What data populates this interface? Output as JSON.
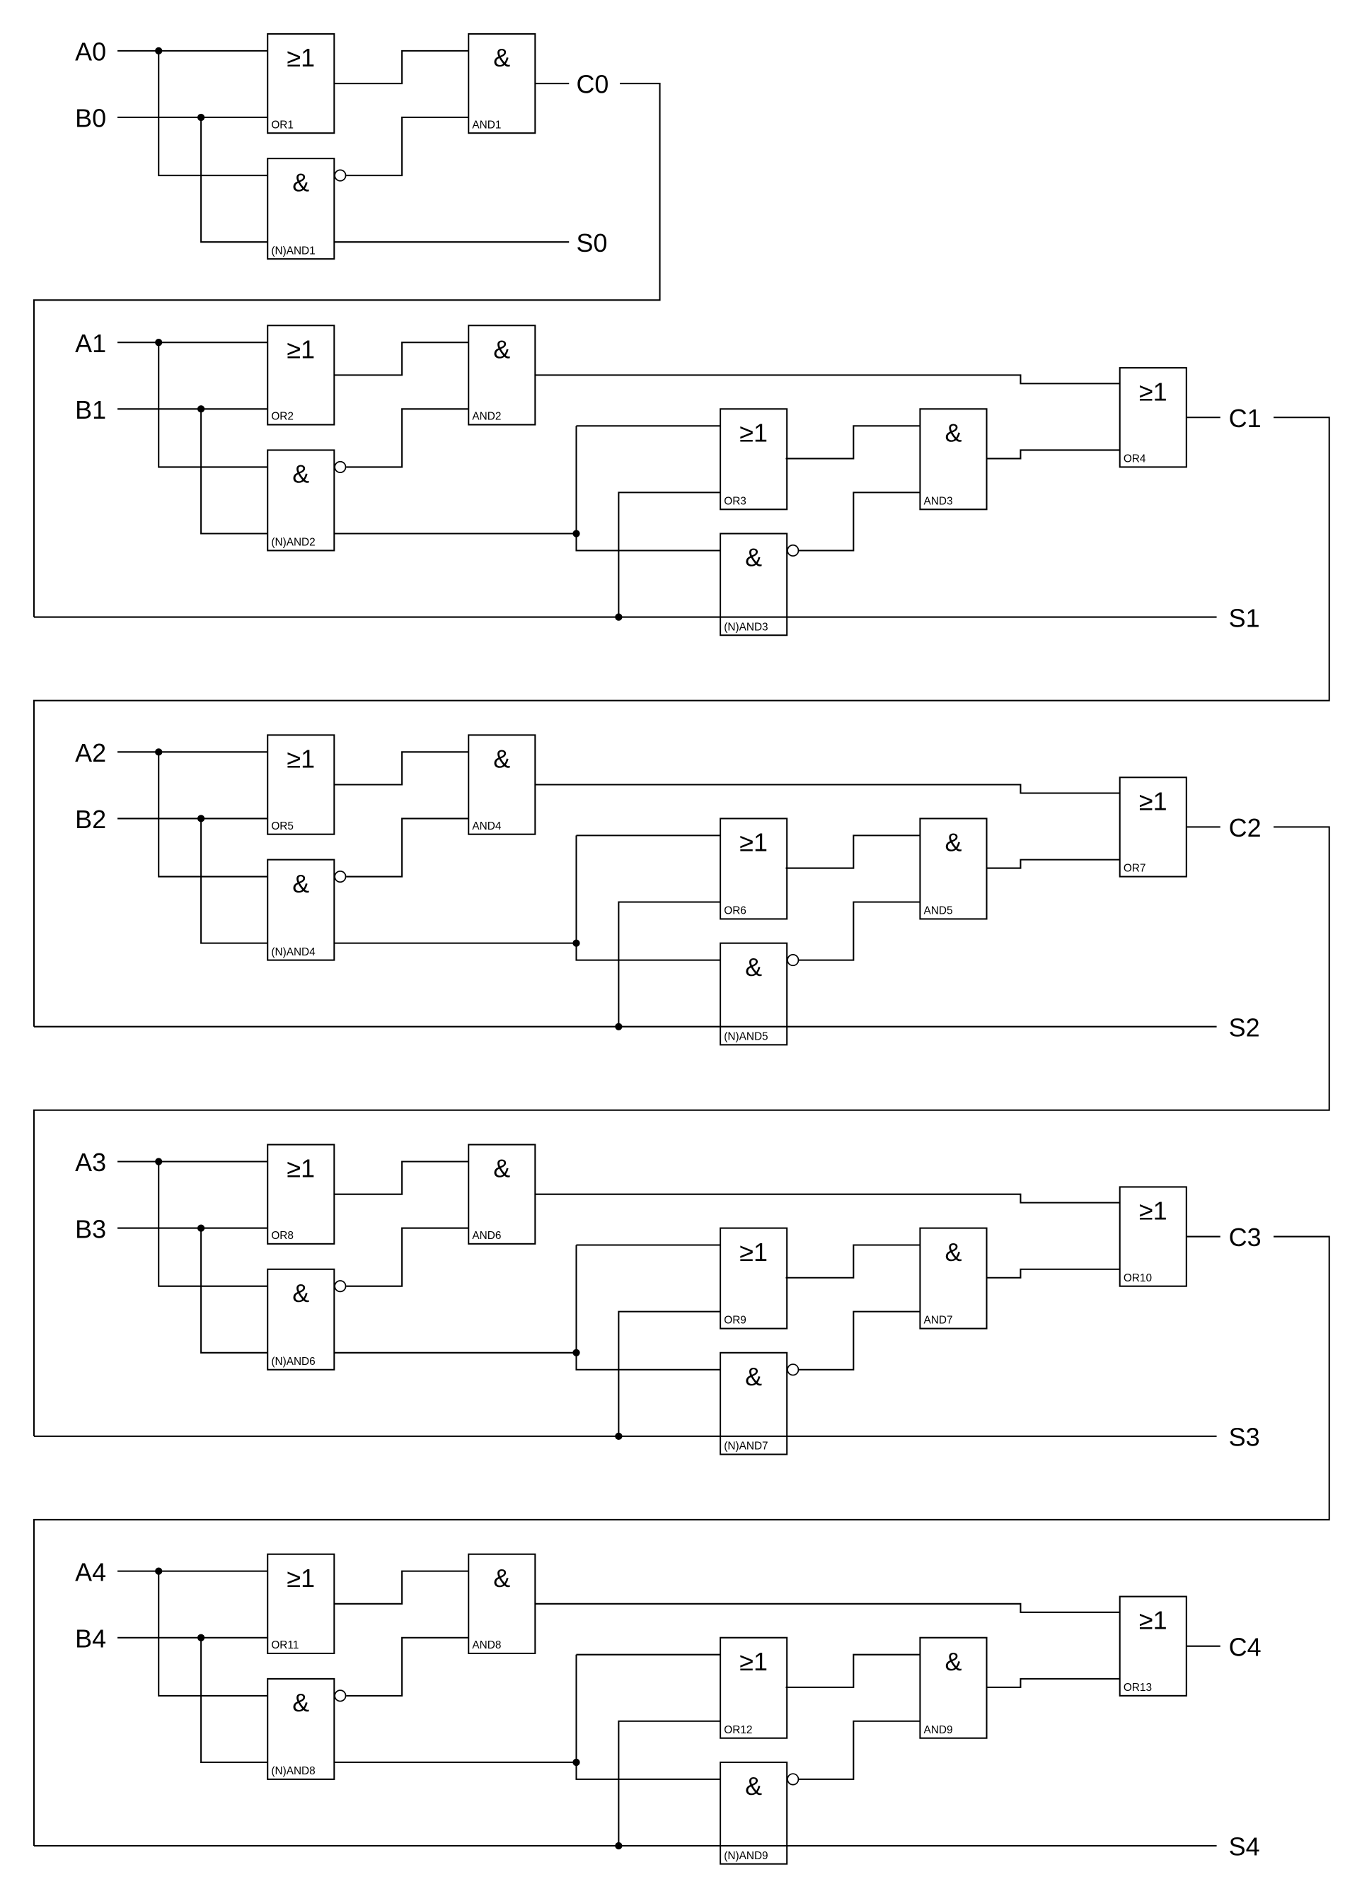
{
  "diagram": {
    "title": "5-bit ripple-carry adder (gate-level schematic)",
    "symbols": {
      "or": "≥1",
      "and": "&"
    },
    "stage0": {
      "inputs": [
        "A0",
        "B0"
      ],
      "outputs": {
        "carry": "C0",
        "sum": "S0"
      },
      "gates": {
        "or": "OR1",
        "and": "AND1",
        "nand": "(N)AND1"
      }
    },
    "stages": [
      {
        "inputs": [
          "A1",
          "B1"
        ],
        "outputs": {
          "carry": "C1",
          "sum": "S1"
        },
        "gates": {
          "or_a": "OR2",
          "and_a": "AND2",
          "nand_a": "(N)AND2",
          "or_b": "OR3",
          "and_b": "AND3",
          "nand_b": "(N)AND3",
          "or_c": "OR4"
        }
      },
      {
        "inputs": [
          "A2",
          "B2"
        ],
        "outputs": {
          "carry": "C2",
          "sum": "S2"
        },
        "gates": {
          "or_a": "OR5",
          "and_a": "AND4",
          "nand_a": "(N)AND4",
          "or_b": "OR6",
          "and_b": "AND5",
          "nand_b": "(N)AND5",
          "or_c": "OR7"
        }
      },
      {
        "inputs": [
          "A3",
          "B3"
        ],
        "outputs": {
          "carry": "C3",
          "sum": "S3"
        },
        "gates": {
          "or_a": "OR8",
          "and_a": "AND6",
          "nand_a": "(N)AND6",
          "or_b": "OR9",
          "and_b": "AND7",
          "nand_b": "(N)AND7",
          "or_c": "OR10"
        }
      },
      {
        "inputs": [
          "A4",
          "B4"
        ],
        "outputs": {
          "carry": "C4",
          "sum": "S4"
        },
        "gates": {
          "or_a": "OR11",
          "and_a": "AND8",
          "nand_a": "(N)AND8",
          "or_b": "OR12",
          "and_b": "AND9",
          "nand_b": "(N)AND9",
          "or_c": "OR13"
        }
      }
    ]
  }
}
